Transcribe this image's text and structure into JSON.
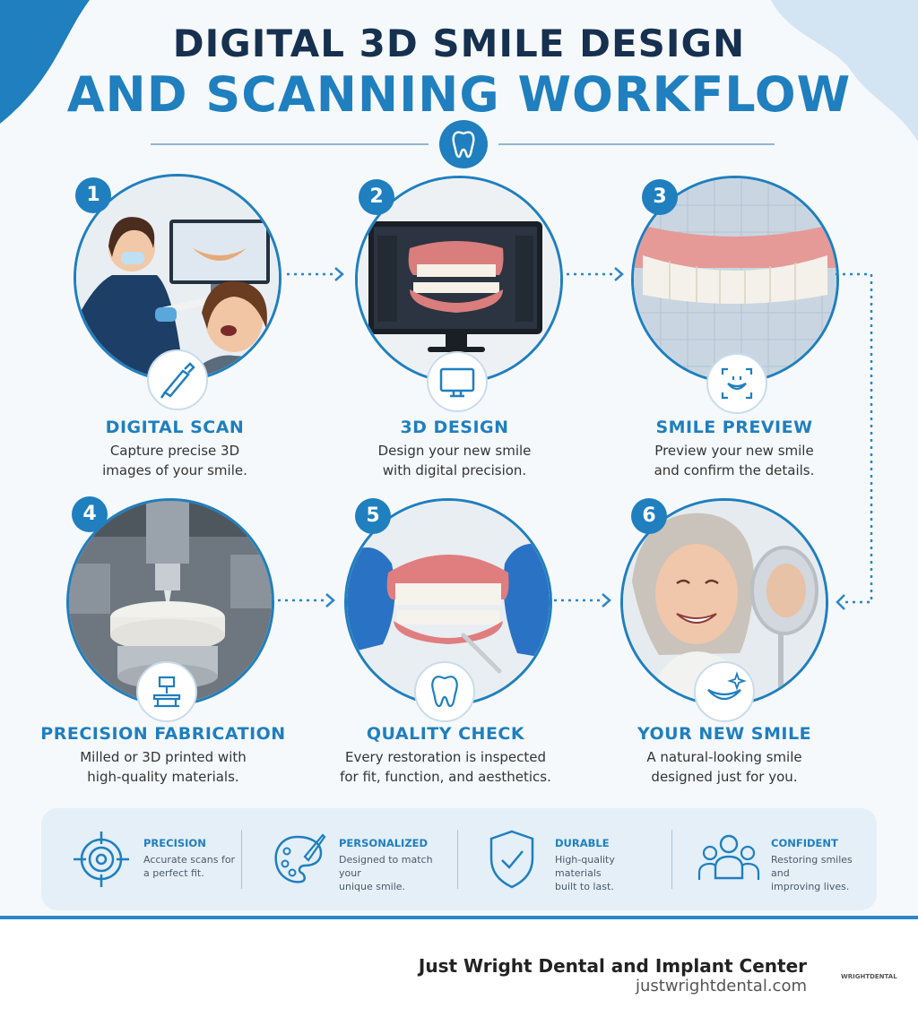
{
  "header": {
    "line1": "DIGITAL 3D SMILE DESIGN",
    "line2": "AND SCANNING WORKFLOW"
  },
  "colors": {
    "primary": "#1f7fbf",
    "navy": "#16304f",
    "panel": "#e4eff8"
  },
  "steps": [
    {
      "number": "1",
      "title": "DIGITAL SCAN",
      "desc1": "Capture precise 3D",
      "desc2": "images of your smile.",
      "icon": "intraoral-scanner-icon"
    },
    {
      "number": "2",
      "title": "3D DESIGN",
      "desc1": "Design your new smile",
      "desc2": "with digital precision.",
      "icon": "monitor-icon"
    },
    {
      "number": "3",
      "title": "SMILE PREVIEW",
      "desc1": "Preview your new smile",
      "desc2": "and confirm the details.",
      "icon": "smile-scan-icon"
    },
    {
      "number": "4",
      "title": "PRECISION FABRICATION",
      "desc1": "Milled or 3D printed with",
      "desc2": "high-quality materials.",
      "icon": "milling-machine-icon"
    },
    {
      "number": "5",
      "title": "QUALITY CHECK",
      "desc1": "Every restoration is inspected",
      "desc2": "for fit, function, and aesthetics.",
      "icon": "tooth-icon"
    },
    {
      "number": "6",
      "title": "YOUR NEW SMILE",
      "desc1": "A natural-looking smile",
      "desc2": "designed just for you.",
      "icon": "sparkle-smile-icon"
    }
  ],
  "benefits": [
    {
      "title": "PRECISION",
      "desc1": "Accurate scans for",
      "desc2": "a perfect fit.",
      "icon": "target-icon"
    },
    {
      "title": "PERSONALIZED",
      "desc1": "Designed to match your",
      "desc2": "unique smile.",
      "icon": "palette-icon"
    },
    {
      "title": "DURABLE",
      "desc1": "High-quality materials",
      "desc2": "built to last.",
      "icon": "shield-check-icon"
    },
    {
      "title": "CONFIDENT",
      "desc1": "Restoring smiles and",
      "desc2": "improving lives.",
      "icon": "people-icon"
    }
  ],
  "footer": {
    "clinic": "Just Wright Dental and Implant Center",
    "website": "justwrightdental.com",
    "logo_text": "WRIGHTDENTAL"
  }
}
